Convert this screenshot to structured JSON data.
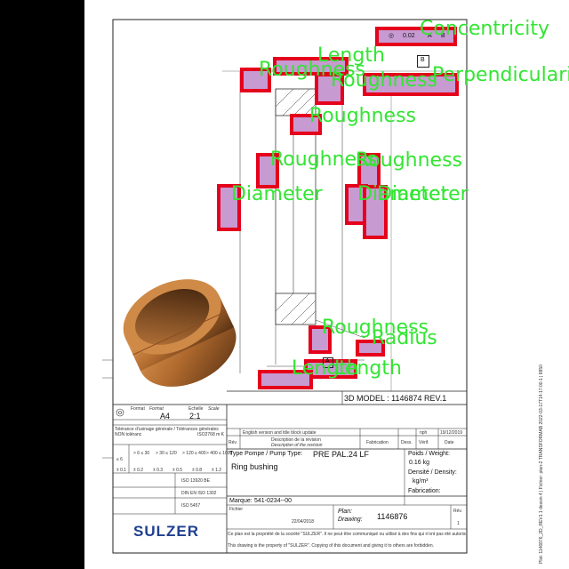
{
  "drawing": {
    "title_3d": "3D MODEL : 1146874 REV.1",
    "format_label": "Format",
    "format_fr": "Format",
    "format_value": "A4",
    "scale_label": "Scale",
    "scale_fr": "Echelle",
    "scale_value": "2:1",
    "tolerance_line1": "Tolérance d'usinage générale / Tolérances générales",
    "tolerance_line2": "NON toléranc",
    "tolerance_std": "ISO2768 m K",
    "tol_header_values": [
      "≤ 6",
      "> 6 ≤ 30",
      "> 30 ≤ 120",
      "> 120 ≤ 400",
      "> 400 ≤ 1000"
    ],
    "tol_row_values": [
      "± 0.1",
      "± 0.2",
      "± 0.3",
      "± 0.5",
      "± 0.8",
      "± 1.2"
    ],
    "process_std_1": "ISO 13920 BE",
    "process_std_2": "DIN EN ISO 1302",
    "process_std_3": "ISO 5457",
    "revision_note": "English version and title block update",
    "revision_designer": "nph",
    "revision_date": "19/12/2019",
    "rev_header": "Rév.",
    "desc_header": "Description de la révision",
    "desc_header_en": "Description of the revision",
    "fab_header": "Fabrication",
    "dess_header": "Dess.",
    "verif_header": "Vérif.",
    "date_header": "Date",
    "pump_type_label": "Type Pompe / Pump Type:",
    "pump_type_value": "PRE PAL.24 LF",
    "part_name": "Ring bushing",
    "weight_label": "Poids / Weight:",
    "weight_value": "0.16 kg",
    "density_label": "Densité / Density:",
    "density_unit": "kg/m³",
    "fabrication_label": "Fabrication:",
    "marque_label": "Marque:",
    "marque_value": "541-0234--00",
    "fichier_label": "Fichier",
    "plan_label": "Plan:",
    "drawing_label": "Drawing:",
    "drawing_number": "1146876",
    "rev_number_label": "Rév.",
    "rev_number": "1",
    "footer_date": "22/04/2018",
    "legal_fr": "Ce plan est la propriété de la société \"SULZER\". Il ne peut être communiqué ou utilisé à des fins qui n'ont pas été autorisées.",
    "legal_en": "This drawing is the property of \"SULZER\". Copying of this document and giving it to others are forbidden.",
    "logo": "SULZER",
    "side_text": "Plot: 1146876_2D_REV1 1 dessin 4 | Fichier: plan-2 TRANSFORMAB 2022-03-17T14:17:00.1 | 8850"
  },
  "annotations": [
    {
      "label": "Concentricity",
      "kind": "callout"
    },
    {
      "label": "Length",
      "kind": "callout"
    },
    {
      "label": "Roughness",
      "kind": "callout"
    },
    {
      "label": "Roughness",
      "kind": "callout"
    },
    {
      "label": "Perpendicularity",
      "kind": "callout"
    },
    {
      "label": "Roughness",
      "kind": "callout"
    },
    {
      "label": "Roughness",
      "kind": "callout"
    },
    {
      "label": "Roughness",
      "kind": "callout"
    },
    {
      "label": "Diameter",
      "kind": "callout"
    },
    {
      "label": "Diameter",
      "kind": "callout"
    },
    {
      "label": "Diameter",
      "kind": "callout"
    },
    {
      "label": "Roughness",
      "kind": "callout"
    },
    {
      "label": "Radius",
      "kind": "callout"
    },
    {
      "label": "Length",
      "kind": "callout"
    },
    {
      "label": "Length",
      "kind": "callout"
    }
  ],
  "feature_control": {
    "concentricity_symbol": "◎",
    "concentricity_value": "0.02",
    "datum_a": "A",
    "datum_b": "B",
    "datum_box": "B"
  },
  "colors": {
    "label_green": "#33e533",
    "box_red": "#e5001c",
    "ring_bronze": "#c07a3c",
    "logo_blue": "#1f3f8f"
  }
}
